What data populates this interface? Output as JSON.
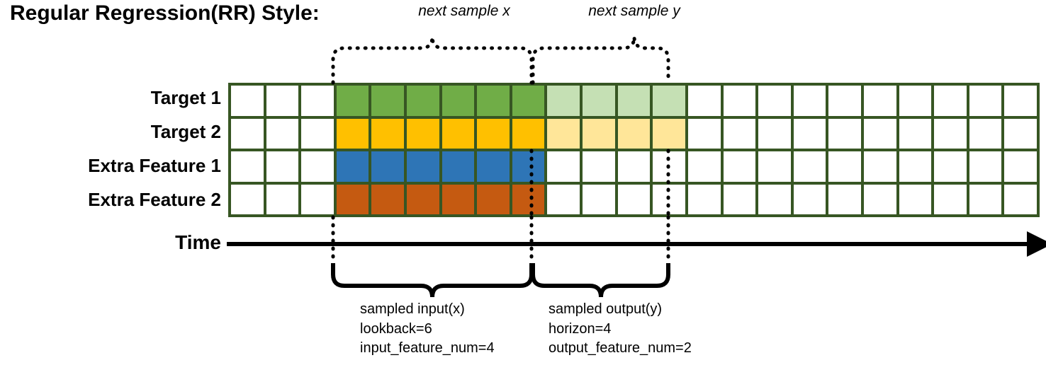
{
  "title": "Regular Regression(RR) Style:",
  "row_labels": [
    "Target 1",
    "Target 2",
    "Extra Feature 1",
    "Extra Feature 2"
  ],
  "axis": {
    "label": "Time",
    "arrow_icon": "arrow-right-icon"
  },
  "grid": {
    "columns": 23,
    "rows": 4,
    "border_color": "#375623",
    "empty_color": "#ffffff",
    "lookback_start_col": 4,
    "lookback_end_col": 9,
    "horizon_start_col": 10,
    "horizon_end_col": 13,
    "row_fill_colors": [
      "#70AD47",
      "#FFC000",
      "#2E75B6",
      "#C55A11"
    ],
    "row_faded_colors": [
      "#C5E0B4",
      "#FFE699",
      "#FFFFFF",
      "#FFFFFF"
    ],
    "cells": [
      [
        "#ffffff",
        "#ffffff",
        "#ffffff",
        "#70AD47",
        "#70AD47",
        "#70AD47",
        "#70AD47",
        "#70AD47",
        "#70AD47",
        "#C5E0B4",
        "#C5E0B4",
        "#C5E0B4",
        "#C5E0B4",
        "#ffffff",
        "#ffffff",
        "#ffffff",
        "#ffffff",
        "#ffffff",
        "#ffffff",
        "#ffffff",
        "#ffffff",
        "#ffffff",
        "#ffffff"
      ],
      [
        "#ffffff",
        "#ffffff",
        "#ffffff",
        "#FFC000",
        "#FFC000",
        "#FFC000",
        "#FFC000",
        "#FFC000",
        "#FFC000",
        "#FFE699",
        "#FFE699",
        "#FFE699",
        "#FFE699",
        "#ffffff",
        "#ffffff",
        "#ffffff",
        "#ffffff",
        "#ffffff",
        "#ffffff",
        "#ffffff",
        "#ffffff",
        "#ffffff",
        "#ffffff"
      ],
      [
        "#ffffff",
        "#ffffff",
        "#ffffff",
        "#2E75B6",
        "#2E75B6",
        "#2E75B6",
        "#2E75B6",
        "#2E75B6",
        "#2E75B6",
        "#ffffff",
        "#ffffff",
        "#ffffff",
        "#ffffff",
        "#ffffff",
        "#ffffff",
        "#ffffff",
        "#ffffff",
        "#ffffff",
        "#ffffff",
        "#ffffff",
        "#ffffff",
        "#ffffff",
        "#ffffff"
      ],
      [
        "#ffffff",
        "#ffffff",
        "#ffffff",
        "#C55A11",
        "#C55A11",
        "#C55A11",
        "#C55A11",
        "#C55A11",
        "#C55A11",
        "#ffffff",
        "#ffffff",
        "#ffffff",
        "#ffffff",
        "#ffffff",
        "#ffffff",
        "#ffffff",
        "#ffffff",
        "#ffffff",
        "#ffffff",
        "#ffffff",
        "#ffffff",
        "#ffffff",
        "#ffffff"
      ]
    ]
  },
  "top_annotations": [
    {
      "label": "next sample x"
    },
    {
      "label": "next sample y"
    }
  ],
  "bottom_annotations": [
    {
      "title": "sampled input(x)",
      "line2": "lookback=6",
      "line3": "input_feature_num=4"
    },
    {
      "title": "sampled output(y)",
      "line2": "horizon=4",
      "line3": "output_feature_num=2"
    }
  ]
}
